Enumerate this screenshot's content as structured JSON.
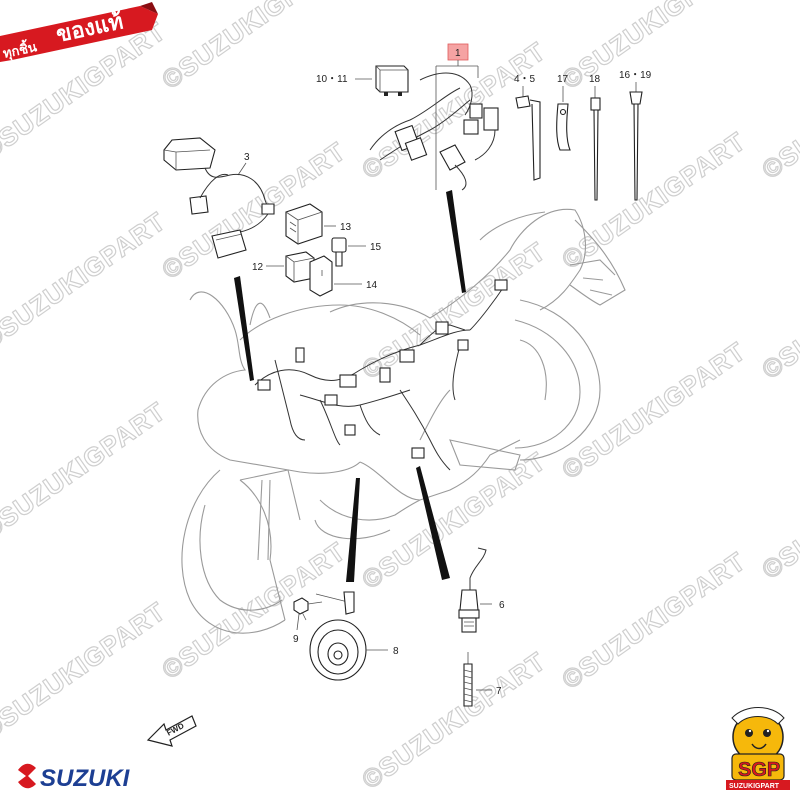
{
  "badge": {
    "small": "ทุกชิ้น",
    "big": "ของแท้",
    "color": "#d71920"
  },
  "watermark": {
    "text": "©SUZUKIGPART",
    "color": "#cfcfcf"
  },
  "callouts": {
    "p1": "1",
    "p10_11": "10・11",
    "p4_5": "4・5",
    "p17": "17",
    "p18": "18",
    "p16_19": "16・19",
    "p3": "3",
    "p13": "13",
    "p15": "15",
    "p12": "12",
    "p14": "14",
    "p6": "6",
    "p9": "9",
    "p8": "8",
    "p7": "7"
  },
  "fwd": "FWD",
  "brand": {
    "name": "SUZUKI",
    "color": "#1d3f93"
  },
  "mascot": {
    "label": "SGP",
    "sub": "SUZUKIGPART"
  }
}
